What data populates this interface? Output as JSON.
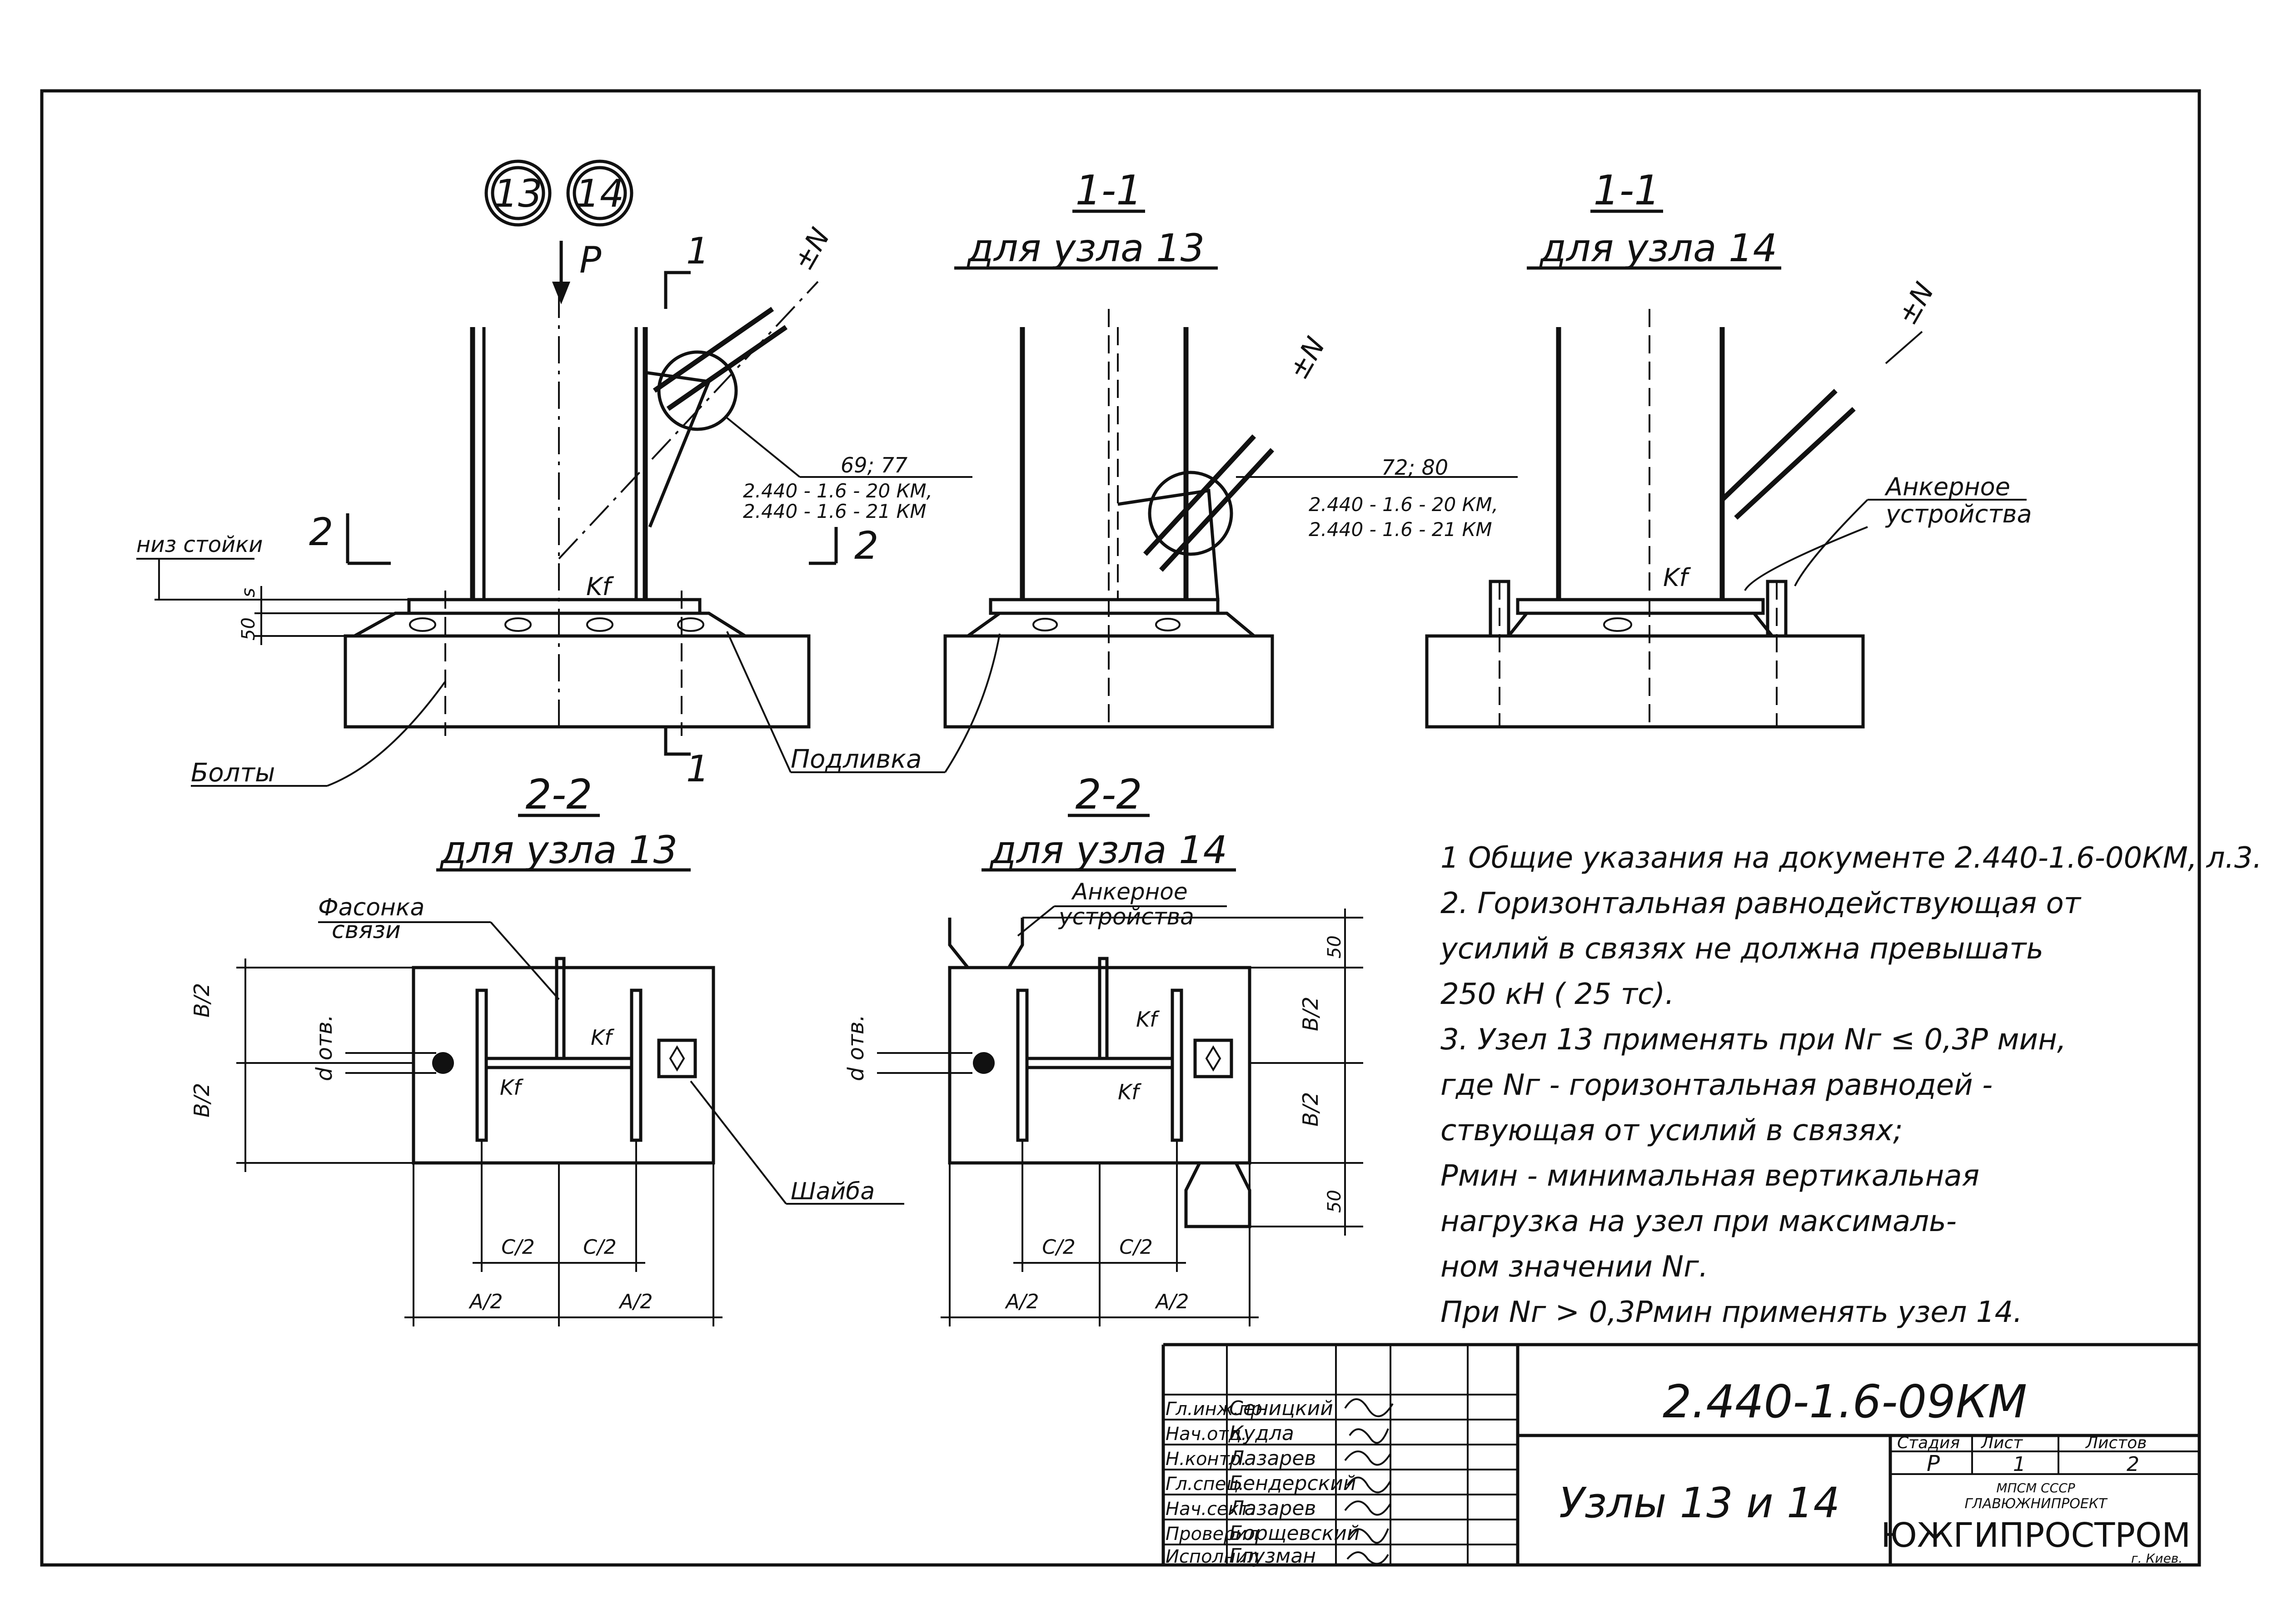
{
  "node_marks": [
    "13",
    "14"
  ],
  "labels": {
    "P": "P",
    "plusN": "±N",
    "section1": "1",
    "section2": "2",
    "bottom_of_column": "низ стойки",
    "dim_s": "s",
    "dim_50": "50",
    "kf": "Kf",
    "bolts": "Болты",
    "grout": "Подливка",
    "anchor_device_l1": "Анкерное",
    "anchor_device_l2": "устройства",
    "gusset_l1": "Фасонка",
    "gusset_l2": "связи",
    "washer": "Шайба",
    "d_hole": "d отв.",
    "B_over_2": "B/2",
    "C_over_2": "C/2",
    "A_over_2": "A/2"
  },
  "refs": {
    "ref13_a": "69; 77",
    "ref13_b": "2.440 - 1.6 - 20 КМ,",
    "ref13_c": "2.440 - 1.6 - 21 КМ",
    "ref14_a": "72; 80",
    "ref14_b": "2.440 - 1.6 - 20 КМ,",
    "ref14_c": "2.440 - 1.6 - 21 КМ"
  },
  "section_titles": {
    "s11_13_num": "1-1",
    "s11_13_sub": "для узла 13",
    "s11_14_num": "1-1",
    "s11_14_sub": "для узла 14",
    "s22_13_num": "2-2",
    "s22_13_sub": "для узла 13",
    "s22_14_num": "2-2",
    "s22_14_sub": "для узла 14"
  },
  "notes": [
    "1  Общие указания на документе 2.440-1.6-00КМ, л.3.",
    "2. Горизонтальная равнодействующая от",
    "    усилий в связях не должна превышать",
    "    250 кН ( 25 тс).",
    "3. Узел 13 применять при Nг ≤ 0,3Р мин,",
    "    где Nг - горизонтальная равнодей -",
    "    ствующая от усилий в связях;",
    "         Рмин - минимальная вертикальная",
    "         нагрузка на узел при максималь-",
    "         ном значении Nг.",
    "       При Nг > 0,3Рмин применять узел 14."
  ],
  "title_block": {
    "doc_code": "2.440-1.6-09КМ",
    "title": "Узлы 13 и 14",
    "stage_label": "Стадия",
    "sheet_label": "Лист",
    "sheets_label": "Листов",
    "stage": "Р",
    "sheet": "1",
    "sheets": "2",
    "org_1": "МПСМ СССР",
    "org_2": "ГЛАВЮЖНИПРОЕКТ",
    "org_3": "ЮЖГИПРОСТРОМ",
    "org_city": "г. Киев.",
    "staff": [
      {
        "role": "Гл.инж.пр.",
        "name": "Сеницкий"
      },
      {
        "role": "Нач.отд.",
        "name": "Кудла"
      },
      {
        "role": "Н.контр.",
        "name": "Лазарев"
      },
      {
        "role": "Гл.спец.",
        "name": "Бендерский"
      },
      {
        "role": "Нач.сект.",
        "name": "Лазарев"
      },
      {
        "role": "Проверил",
        "name": "Борщевский"
      },
      {
        "role": "Исполнил",
        "name": "Глузман"
      }
    ]
  }
}
